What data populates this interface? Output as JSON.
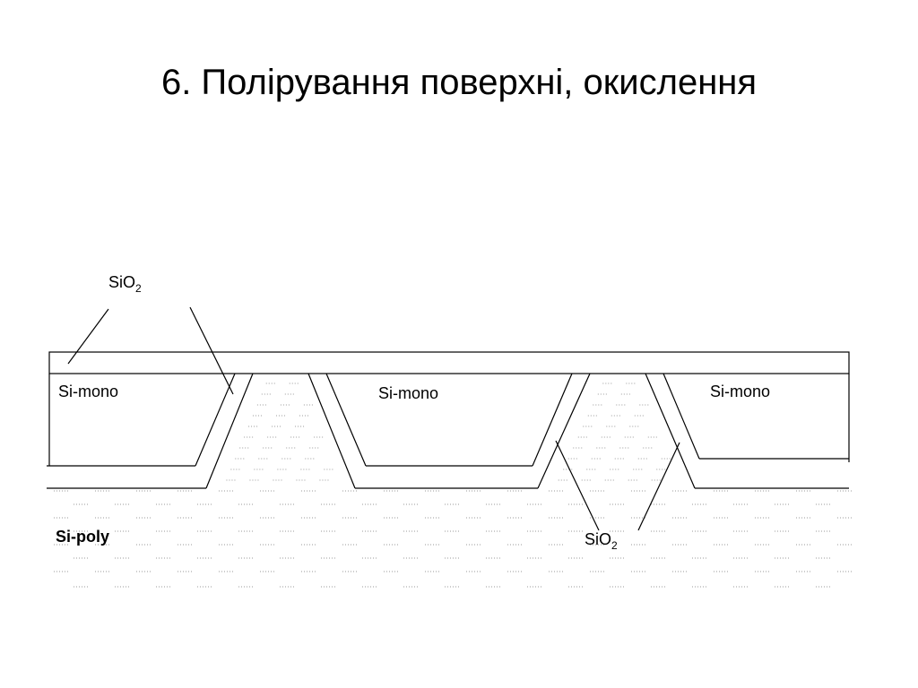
{
  "title": "6. Полірування поверхні, окислення",
  "labels": {
    "sio2_top": {
      "main": "SiO",
      "sub": "2"
    },
    "sio2_bottom": {
      "main": "SiO",
      "sub": "2"
    },
    "si_mono_1": "Si-mono",
    "si_mono_2": "Si-mono",
    "si_mono_3": "Si-mono",
    "si_poly": "Si-poly"
  },
  "colors": {
    "line": "#000000",
    "texture": "#9a9a9a",
    "background": "#ffffff"
  }
}
